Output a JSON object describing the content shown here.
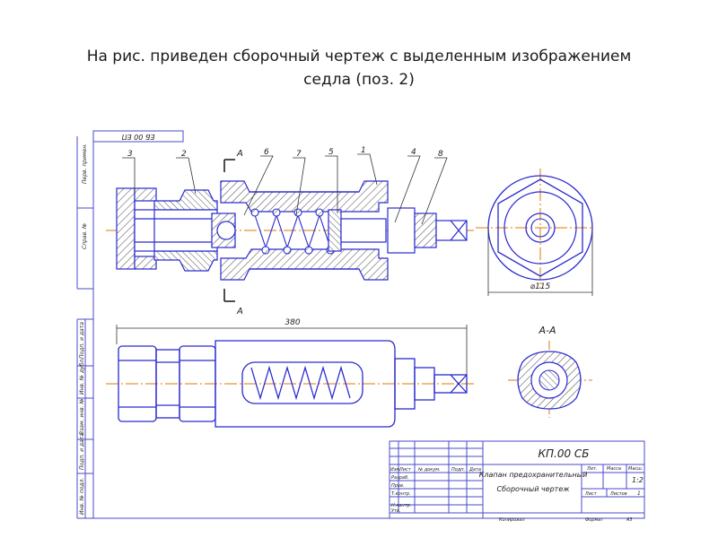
{
  "slide": {
    "title_line1": "На рис.  приведен сборочный чертеж с выделенным изображением",
    "title_line2": "седла (поз. 2)"
  },
  "drawing": {
    "top_frame_text": "ЕБ 00 ЕП",
    "section_mark": "A",
    "callouts": [
      "3",
      "2",
      "6",
      "7",
      "5",
      "1",
      "4",
      "8"
    ],
    "dimension_length": "380",
    "dimension_diameter": "⌀115",
    "section_view_label": "А-А",
    "side_strip_labels": [
      "Перв. примен.",
      "Справ. №",
      "Подп. и дата",
      "Инв. № дубл.",
      "Взам. инв. №",
      "Подп. и дата",
      "Инв. № подл."
    ]
  },
  "title_block": {
    "designation": "КП.00 СБ",
    "name_line1": "Клапан предохранительный",
    "name_line2": "Сборочный чертеж",
    "column_headers": [
      "Изм.",
      "Лист",
      "№ докум.",
      "Подп.",
      "Дата"
    ],
    "row_labels": [
      "Разраб.",
      "Пров.",
      "Т.контр.",
      "Н.контр.",
      "Утв."
    ],
    "header_lit": "Лит.",
    "header_mass": "Масса",
    "header_scale": "Масш.",
    "scale_value": "1:2",
    "sheet_label": "Лист",
    "sheets_label": "Листов",
    "sheets_value": "1",
    "copied": "Копировал",
    "format": "Формат",
    "format_value": "А3"
  },
  "colors": {
    "outline": "#2a2ad0",
    "hatch": "#444444",
    "axis": "#e07800",
    "frame": "#4a4acc",
    "text": "#1a1a1a"
  }
}
